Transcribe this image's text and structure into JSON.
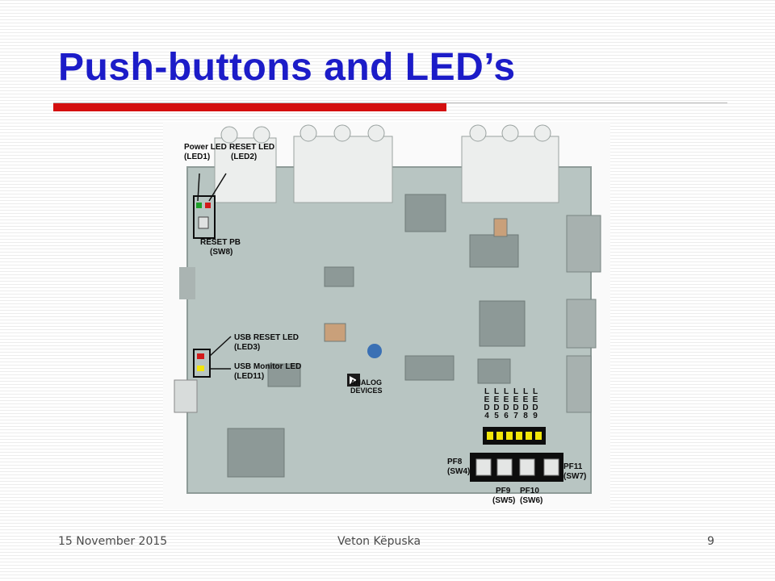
{
  "slide": {
    "title": "Push-buttons and LED’s",
    "footer": {
      "date": "15 November 2015",
      "author": "Veton Këpuska",
      "page": "9"
    }
  },
  "board_photo": {
    "labels": {
      "power_led": "Power LED",
      "power_led_id": "(LED1)",
      "reset_led": "RESET LED",
      "reset_led_id": "(LED2)",
      "reset_pb": "RESET PB",
      "reset_pb_id": "(SW8)",
      "usb_reset_led": "USB RESET LED",
      "usb_reset_led_id": "(LED3)",
      "usb_monitor_led": "USB Monitor LED",
      "usb_monitor_led_id": "(LED11)",
      "pf8": "PF8",
      "pf8_id": "(SW4)",
      "pf9": "PF9",
      "pf9_id": "(SW5)",
      "pf10": "PF10",
      "pf10_id": "(SW6)",
      "pf11": "PF11",
      "pf11_id": "(SW7)",
      "led_columns": [
        "LED4",
        "LED5",
        "LED6",
        "LED7",
        "LED8",
        "LED9"
      ],
      "logo_line1": "ANALOG",
      "logo_line2": "DEVICES"
    },
    "colors": {
      "board": "#b8c5c2",
      "power_led": "#1fa02a",
      "reset_led": "#d21a1a",
      "yellow_led": "#f2e60a",
      "callout_box": "#0d0d0d"
    }
  }
}
